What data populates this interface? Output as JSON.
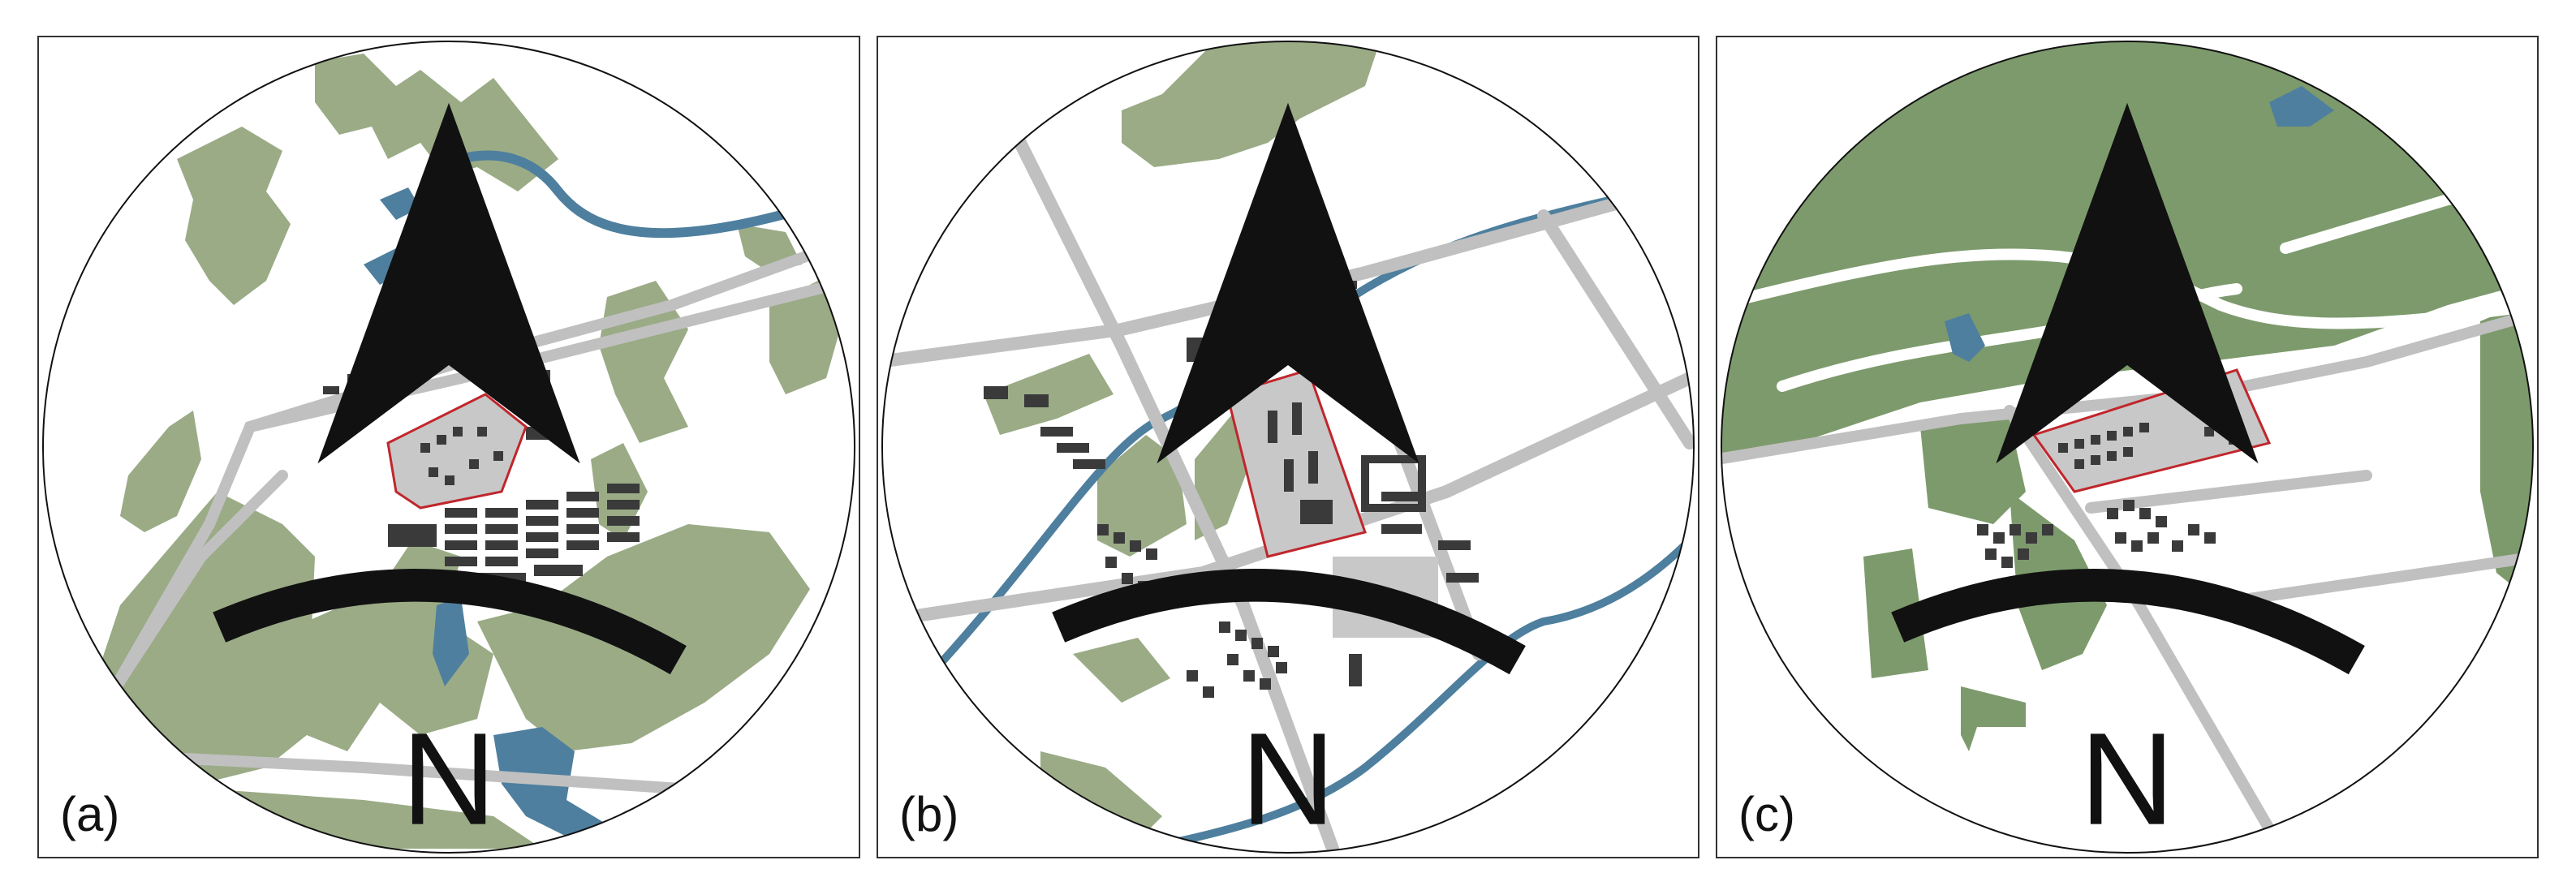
{
  "figure": {
    "panels": [
      {
        "label": "(a)",
        "north_arrow": "north-arrow-icon"
      },
      {
        "label": "(b)",
        "north_arrow": "north-arrow-icon"
      },
      {
        "label": "(c)",
        "north_arrow": "north-arrow-icon"
      }
    ],
    "colors": {
      "green_space": "#9aab86",
      "dense_green": "#7d9a6c",
      "water": "#4e7f9e",
      "building": "#3a3a3a",
      "courtyard": "#c8c8c8",
      "road_outline": "#c0c0c0",
      "site_boundary": "#c0262c",
      "background": "#ffffff"
    }
  }
}
